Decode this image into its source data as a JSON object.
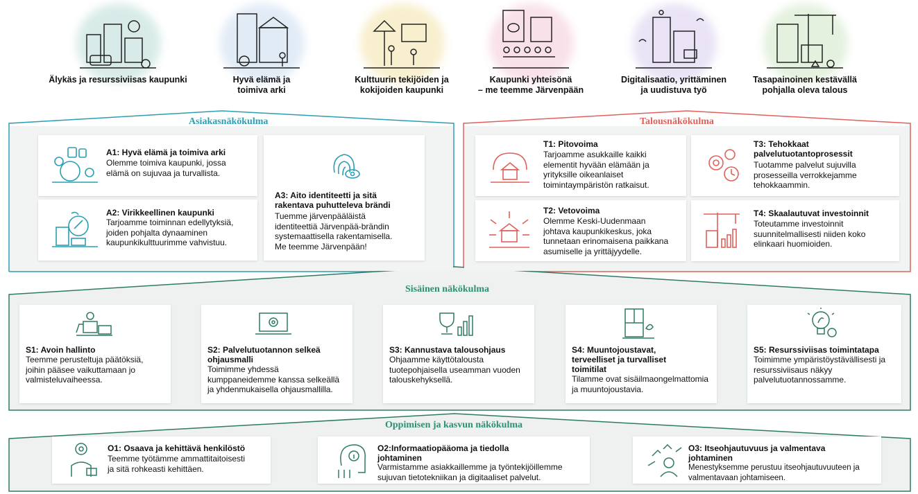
{
  "goals": [
    {
      "label": "Älykäs ja resurssiviisas kaupunki",
      "icon": "smart-city-icon",
      "color": "#b9dcd6"
    },
    {
      "label": "Hyvä elämä ja\ntoimiva arki",
      "icon": "good-life-icon",
      "color": "#c9dcf0"
    },
    {
      "label": "Kulttuurin tekijöiden ja\nkokijoiden kaupunki",
      "icon": "culture-icon",
      "color": "#f3e3a8"
    },
    {
      "label": "Kaupunki yhteisönä\n– me teemme Järvenpään",
      "icon": "community-icon",
      "color": "#f4c9d6"
    },
    {
      "label": "Digitalisaatio, yrittäminen\nja uudistuva työ",
      "icon": "digitalisation-icon",
      "color": "#d8cdee"
    },
    {
      "label": "Tasapainoinen kestävällä\npohjalla oleva talous",
      "icon": "economy-icon",
      "color": "#cfe6c4"
    }
  ],
  "customer": {
    "title": "Asiakasnäkökulma",
    "cards": [
      {
        "title": "A1: Hyvä elämä ja toimiva arki",
        "text": "Olemme toimiva kaupunki, jossa\nelämä on sujuvaa ja turvallista."
      },
      {
        "title": "A2: Virikkeellinen kaupunki",
        "text": "Tarjoamme toiminnan edellytyksiä,\njoiden pohjalta dynaaminen\nkaupunkikulttuurimme vahvistuu."
      },
      {
        "title": "A3: Aito identiteetti ja sitä\nrakentava puhutteleva brändi",
        "text": "Tuemme järvenpääläistä\nidentiteettiä Järvenpää-brändin\nsystemaattisella rakentamisella.\nMe teemme Järvenpään!"
      }
    ]
  },
  "finance": {
    "title": "Talousnäkökulma",
    "cards": [
      {
        "title": "T1: Pitovoima",
        "text": "Tarjoamme asukkaille kaikki\nelementit hyvään elämään ja\nyrityksille oikeanlaiset\ntoimintaympäristön ratkaisut."
      },
      {
        "title": "T2: Vetovoima",
        "text": "Olemme Keski-Uudenmaan\njohtava kaupunkikeskus, joka\ntunnetaan erinomaisena paikkana\nasumiselle ja yrittäjyydelle."
      },
      {
        "title": "T3: Tehokkaat\npalvelutuotantoprosessit",
        "text": "Tuotamme palvelut sujuvilla\nprosesseilla verrokkejamme\ntehokkaammin."
      },
      {
        "title": "T4: Skaalautuvat investoinnit",
        "text": "Toteutamme investoinnit\nsuunnitelmallisesti niiden koko\nelinkaari huomioiden."
      }
    ]
  },
  "internal": {
    "title": "Sisäinen näkökulma",
    "cards": [
      {
        "title": "S1: Avoin hallinto",
        "text": "Teemme perusteltuja päätöksiä,\njoihin pääsee vaikuttamaan jo\nvalmisteluvaiheessa."
      },
      {
        "title": "S2: Palvelutuotannon selkeä\nohjausmalli",
        "text": "Toimimme yhdessä\nkumppaneidemme kanssa selkeällä\nja yhdenmukaisella ohjausmallilla."
      },
      {
        "title": "S3: Kannustava talousohjaus",
        "text": "Ohjaamme käyttötalousta\ntuotepohjaisella useamman vuoden\ntalouskehyksellä."
      },
      {
        "title": "S4: Muuntojoustavat,\nterveelliset ja turvalliset\ntoimitilat",
        "text": "Tilamme ovat sisäilmaongelmattomia\nja muuntojoustavia."
      },
      {
        "title": "S5: Resurssiviisas toimintatapa",
        "text": "Toimimme ympäristöystävällisesti ja\nresurssiviisaus näkyy\npalvelutuotannossamme."
      }
    ]
  },
  "learning": {
    "title": "Oppimisen ja kasvun näkökulma",
    "cards": [
      {
        "title": "O1: Osaava ja kehittävä henkilöstö",
        "text": "Teemme työtämme ammattitaitoisesti\nja sitä rohkeasti kehittäen."
      },
      {
        "title": "O2:Informaatiopääoma ja tiedolla\njohtaminen",
        "text": "Varmistamme asiakkaillemme ja työntekijöillemme\nsujuvan tietotekniikan ja digitaaliset palvelut."
      },
      {
        "title": "O3: Itseohjautuvuus ja valmentava\njohtaminen",
        "text": "Menestyksemme perustuu itseohjautuvuuteen ja\nvalmentavaan johtamiseen."
      }
    ]
  },
  "colors": {
    "customer": "#2a9fb4",
    "finance": "#e0605a",
    "internal": "#2e7a66",
    "title_green": "#2f8f74"
  }
}
